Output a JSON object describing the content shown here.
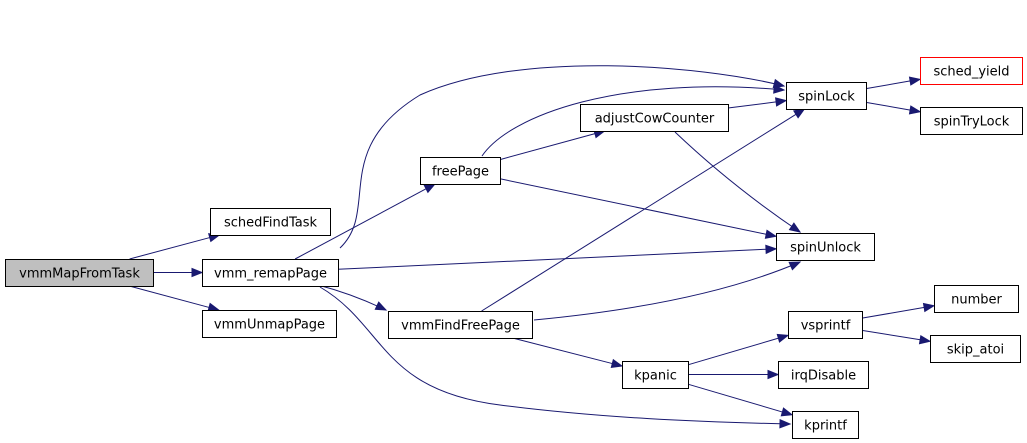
{
  "colors": {
    "edge": "#191970",
    "node_border": "#000000",
    "root_fill": "#bfbfbf",
    "undocumented_border": "#ff0000"
  },
  "nodes": [
    {
      "id": "vmmMapFromTask",
      "label": "vmmMapFromTask",
      "kind": "root"
    },
    {
      "id": "schedFindTask",
      "label": "schedFindTask"
    },
    {
      "id": "vmm_remapPage",
      "label": "vmm_remapPage"
    },
    {
      "id": "vmmUnmapPage",
      "label": "vmmUnmapPage"
    },
    {
      "id": "freePage",
      "label": "freePage"
    },
    {
      "id": "vmmFindFreePage",
      "label": "vmmFindFreePage"
    },
    {
      "id": "adjustCowCounter",
      "label": "adjustCowCounter"
    },
    {
      "id": "spinLock",
      "label": "spinLock"
    },
    {
      "id": "spinUnlock",
      "label": "spinUnlock"
    },
    {
      "id": "kpanic",
      "label": "kpanic"
    },
    {
      "id": "kprintf",
      "label": "kprintf"
    },
    {
      "id": "sched_yield",
      "label": "sched_yield",
      "kind": "missing"
    },
    {
      "id": "spinTryLock",
      "label": "spinTryLock"
    },
    {
      "id": "vsprintf",
      "label": "vsprintf"
    },
    {
      "id": "irqDisable",
      "label": "irqDisable"
    },
    {
      "id": "number",
      "label": "number"
    },
    {
      "id": "skip_atoi",
      "label": "skip_atoi"
    }
  ],
  "edges": [
    {
      "from": "vmmMapFromTask",
      "to": "schedFindTask"
    },
    {
      "from": "vmmMapFromTask",
      "to": "vmm_remapPage"
    },
    {
      "from": "vmmMapFromTask",
      "to": "vmmUnmapPage"
    },
    {
      "from": "vmm_remapPage",
      "to": "spinLock"
    },
    {
      "from": "vmm_remapPage",
      "to": "freePage"
    },
    {
      "from": "vmm_remapPage",
      "to": "spinUnlock"
    },
    {
      "from": "vmm_remapPage",
      "to": "vmmFindFreePage"
    },
    {
      "from": "vmm_remapPage",
      "to": "kprintf"
    },
    {
      "from": "freePage",
      "to": "spinLock"
    },
    {
      "from": "freePage",
      "to": "adjustCowCounter"
    },
    {
      "from": "freePage",
      "to": "spinUnlock"
    },
    {
      "from": "adjustCowCounter",
      "to": "spinLock"
    },
    {
      "from": "adjustCowCounter",
      "to": "spinUnlock"
    },
    {
      "from": "spinLock",
      "to": "sched_yield"
    },
    {
      "from": "spinLock",
      "to": "spinTryLock"
    },
    {
      "from": "vmmFindFreePage",
      "to": "spinLock"
    },
    {
      "from": "vmmFindFreePage",
      "to": "spinUnlock"
    },
    {
      "from": "vmmFindFreePage",
      "to": "kpanic"
    },
    {
      "from": "kpanic",
      "to": "vsprintf"
    },
    {
      "from": "kpanic",
      "to": "irqDisable"
    },
    {
      "from": "kpanic",
      "to": "kprintf"
    },
    {
      "from": "vsprintf",
      "to": "number"
    },
    {
      "from": "vsprintf",
      "to": "skip_atoi"
    }
  ]
}
